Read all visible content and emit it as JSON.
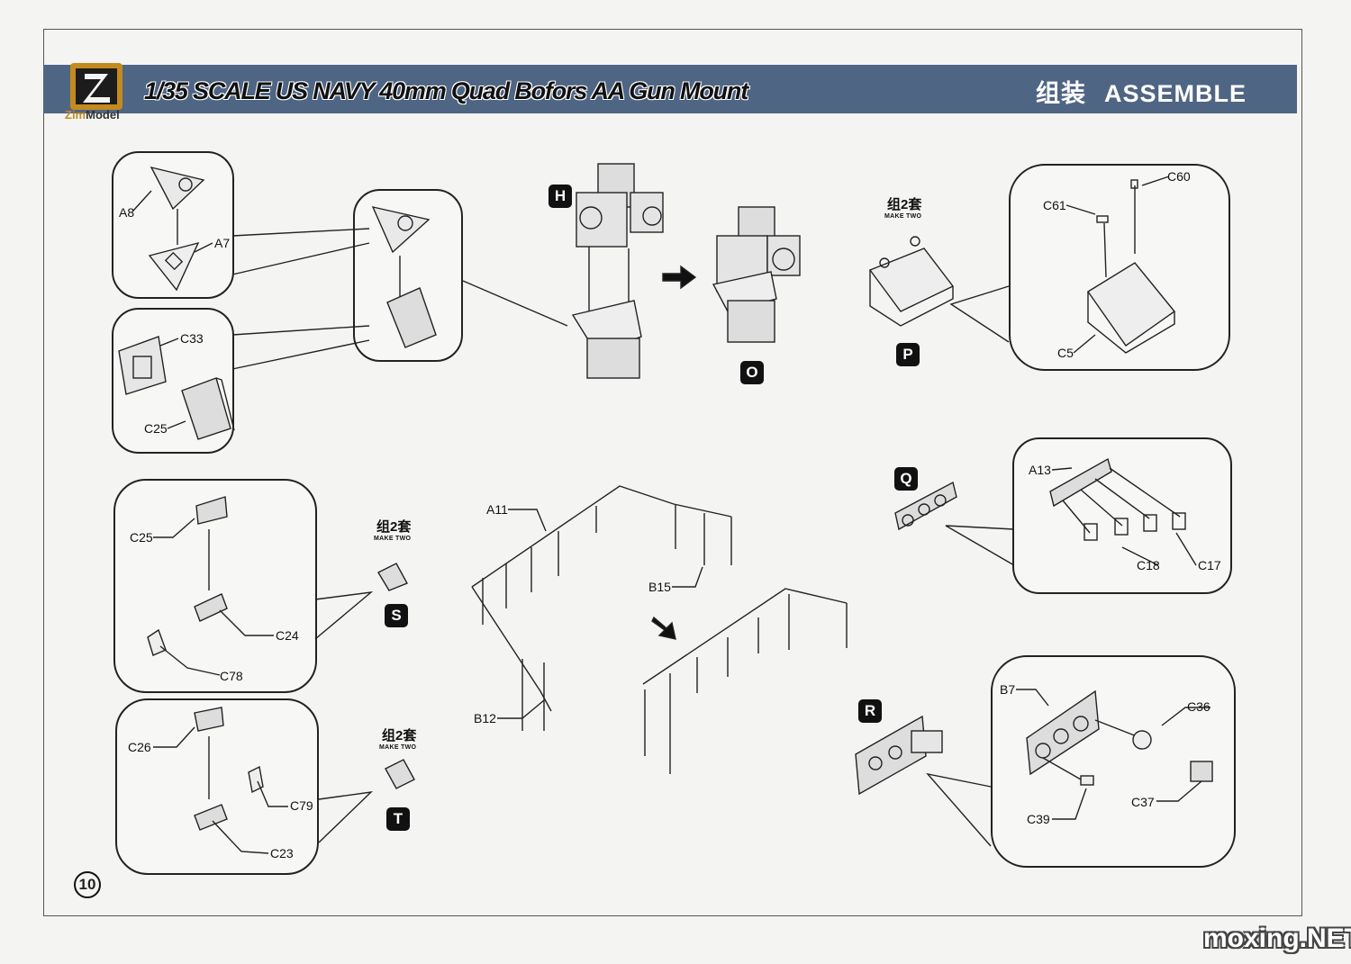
{
  "header": {
    "title": "1/35 SCALE US NAVY 40mm Quad Bofors AA Gun Mount",
    "assemble_cn": "组装",
    "assemble_en": "ASSEMBLE"
  },
  "logo": {
    "text_zim": "Zim",
    "text_model": "Model"
  },
  "make_two": {
    "cn": "组2套",
    "en": "MAKE TWO"
  },
  "steps": {
    "h": "H",
    "o": "O",
    "p": "P",
    "q": "Q",
    "r": "R",
    "s": "S",
    "t": "T"
  },
  "parts": {
    "a8": "A8",
    "a7": "A7",
    "c33": "C33",
    "c25a": "C25",
    "c60": "C60",
    "c61": "C61",
    "c5": "C5",
    "a13": "A13",
    "c18": "C18",
    "c17": "C17",
    "c25b": "C25",
    "c24": "C24",
    "c78": "C78",
    "c26": "C26",
    "c79": "C79",
    "c23": "C23",
    "a11": "A11",
    "b15": "B15",
    "b12": "B12",
    "b7": "B7",
    "c36": "C36",
    "c37": "C37",
    "c39": "C39"
  },
  "page_number": "10",
  "watermark": "moxing.NET",
  "colors": {
    "header": "#4f6584",
    "logo_accent": "#c48a1e"
  }
}
